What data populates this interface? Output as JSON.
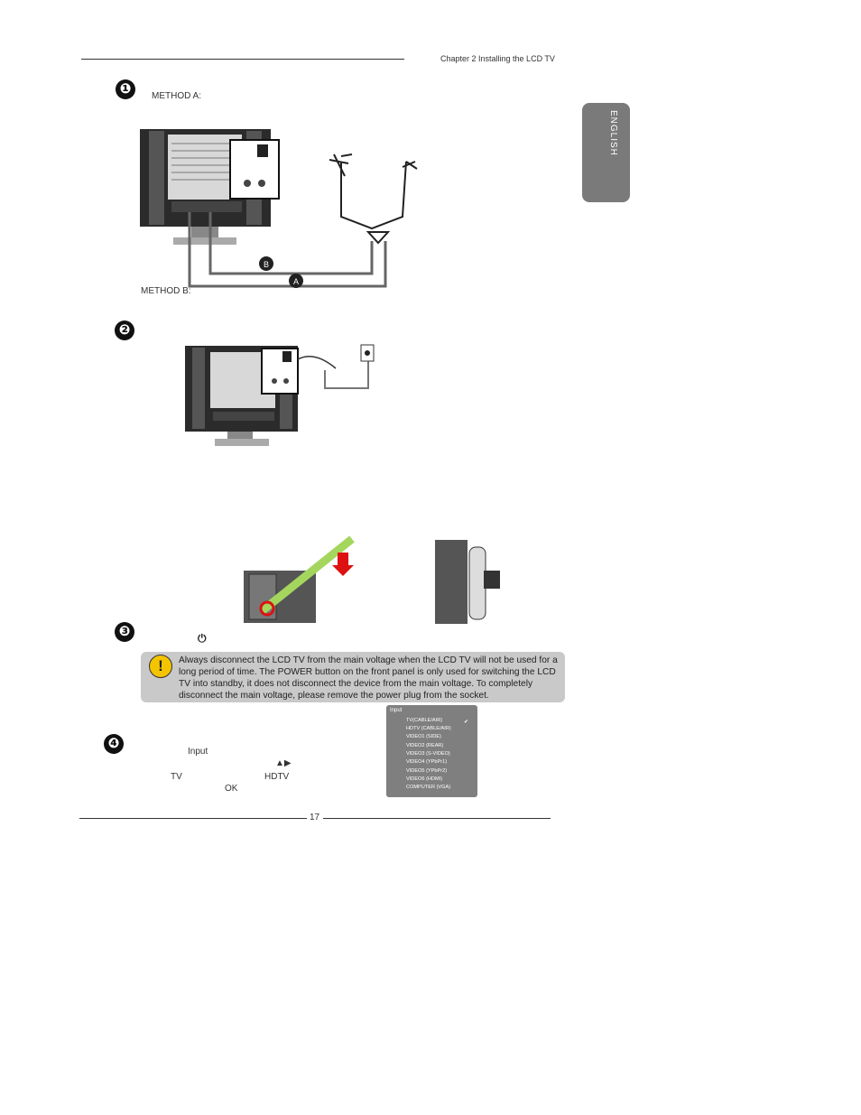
{
  "header": {
    "chapter": "Chapter 2 Installing the LCD TV"
  },
  "side_tab": {
    "label": "ENGLISH"
  },
  "steps": {
    "s1": "❶",
    "s2": "❷",
    "s3": "❸",
    "s4": "❹"
  },
  "step1": {
    "method_a": "METHOD A:",
    "method_b": "METHOD B:",
    "marker_a": "A",
    "marker_b": "B"
  },
  "step3": {
    "power_symbol": "⏻",
    "warning_text": "Always disconnect the LCD TV from the main voltage when the LCD TV will not be used for a long period of time. The POWER button on the front panel is only used for switching the LCD TV into standby, it does not disconnect the device from the main voltage. To completely disconnect the main voltage, please remove the power plug from the socket."
  },
  "step4": {
    "input_key": "Input",
    "arrows": "▲▶",
    "tv": "TV",
    "hdtv": "HDTV",
    "ok": "OK"
  },
  "input_menu": {
    "title": "Input",
    "check": "✔",
    "items": [
      "TV(CABLE/AIR)",
      "HDTV (CABLE/AIR)",
      "VIDEO1 (SIDE)",
      "VIDEO2 (REAR)",
      "VIDEO3 (S-VIDEO)",
      "VIDEO4 (YPbPr1)",
      "VIDEO5 (YPbPr2)",
      "VIDEO6 (HDMI)",
      "COMPUTER (VGA)"
    ]
  },
  "footer": {
    "page_number": "17"
  }
}
